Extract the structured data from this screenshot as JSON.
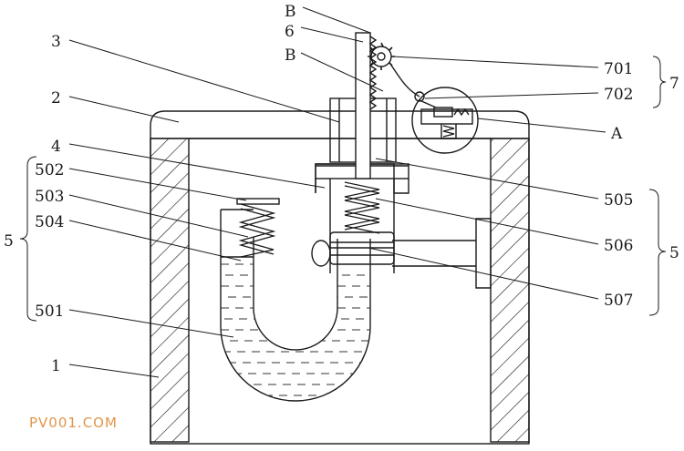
{
  "labels": {
    "l_B_top": "B",
    "l_6": "6",
    "l_B_mid": "B",
    "l_3": "3",
    "l_2": "2",
    "l_4": "4",
    "l_502": "502",
    "l_503": "503",
    "l_504": "504",
    "l_5_left": "5",
    "l_501": "501",
    "l_1": "1",
    "l_701": "701",
    "l_702": "702",
    "l_7": "7",
    "l_A": "A",
    "l_505": "505",
    "l_506": "506",
    "l_5_right": "5",
    "l_507": "507"
  },
  "watermark": "PV001.COM"
}
